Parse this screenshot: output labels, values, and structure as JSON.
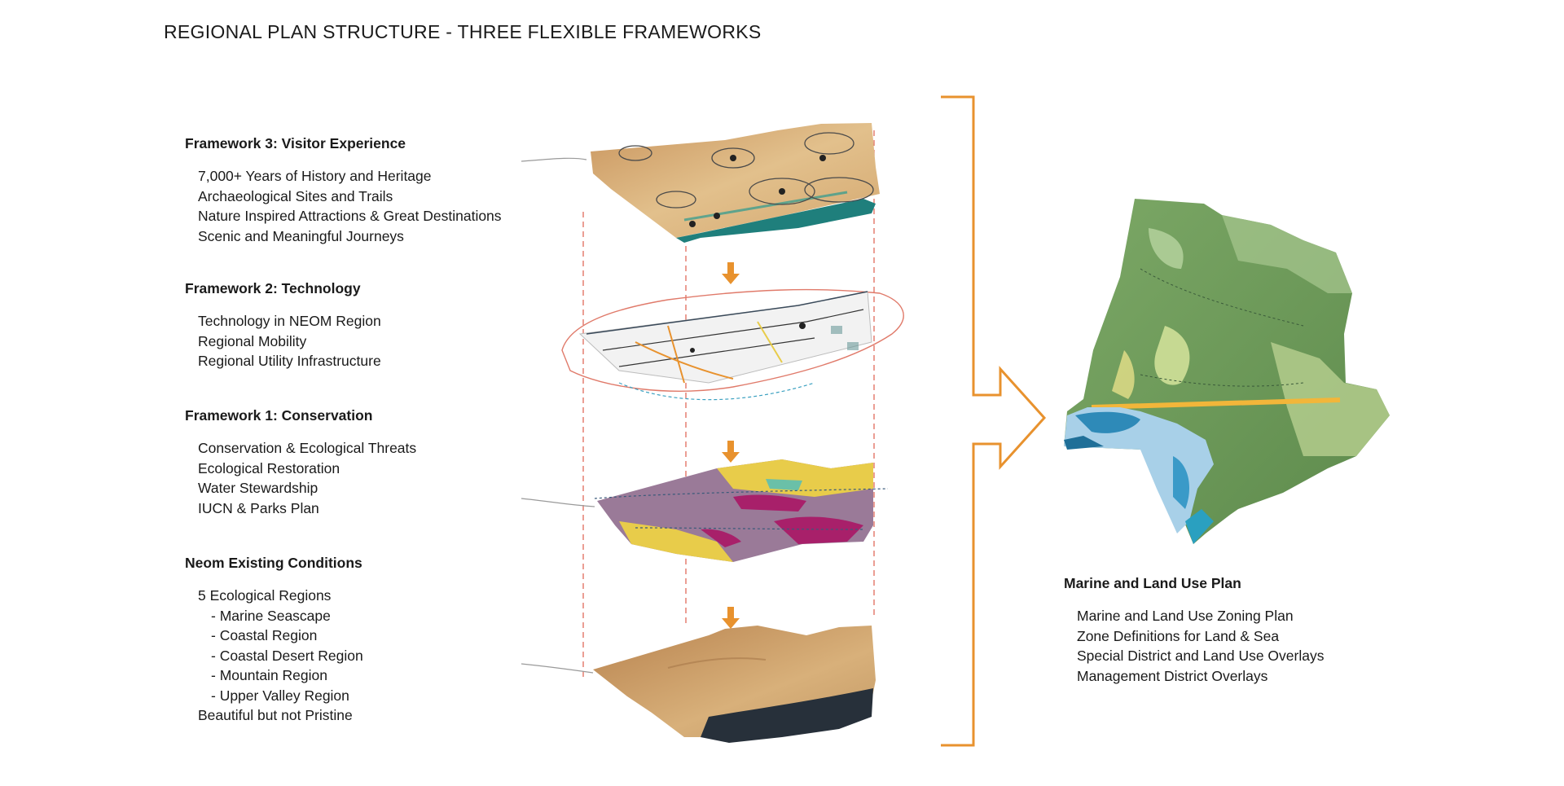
{
  "title": "REGIONAL PLAN STRUCTURE - THREE FLEXIBLE FRAMEWORKS",
  "frameworks": [
    {
      "heading": "Framework 3: Visitor Experience",
      "items": [
        "7,000+ Years of History and Heritage",
        "Archaeological Sites and Trails",
        "Nature Inspired Attractions & Great Destinations",
        "Scenic and Meaningful Journeys"
      ]
    },
    {
      "heading": "Framework 2: Technology",
      "items": [
        "Technology in NEOM Region",
        "Regional Mobility",
        "Regional Utility Infrastructure"
      ]
    },
    {
      "heading": "Framework 1: Conservation",
      "items": [
        "Conservation & Ecological Threats",
        "Ecological Restoration",
        "Water Stewardship",
        "IUCN & Parks Plan"
      ]
    },
    {
      "heading": "Neom Existing Conditions",
      "items": [
        "5 Ecological Regions",
        "- Marine Seascape",
        "- Coastal Region",
        "- Coastal Desert Region",
        "- Mountain Region",
        "- Upper Valley Region",
        "Beautiful but not Pristine"
      ]
    }
  ],
  "result": {
    "heading": "Marine and Land Use Plan",
    "items": [
      "Marine and Land Use Zoning Plan",
      "Zone Definitions for Land & Sea",
      "Special District and Land Use Overlays",
      "Management District Overlays"
    ]
  },
  "colors": {
    "accent_orange": "#e8922e",
    "dashed_red": "#e06a5a",
    "desert": "#d8b07a",
    "sea_teal": "#1f7f7c",
    "conservation_purple": "#9a7a98",
    "conservation_yellow": "#e8cc4a",
    "conservation_magenta": "#a8206a",
    "landuse_green": "#6f9a5a",
    "landuse_blue": "#2e8ab8"
  }
}
